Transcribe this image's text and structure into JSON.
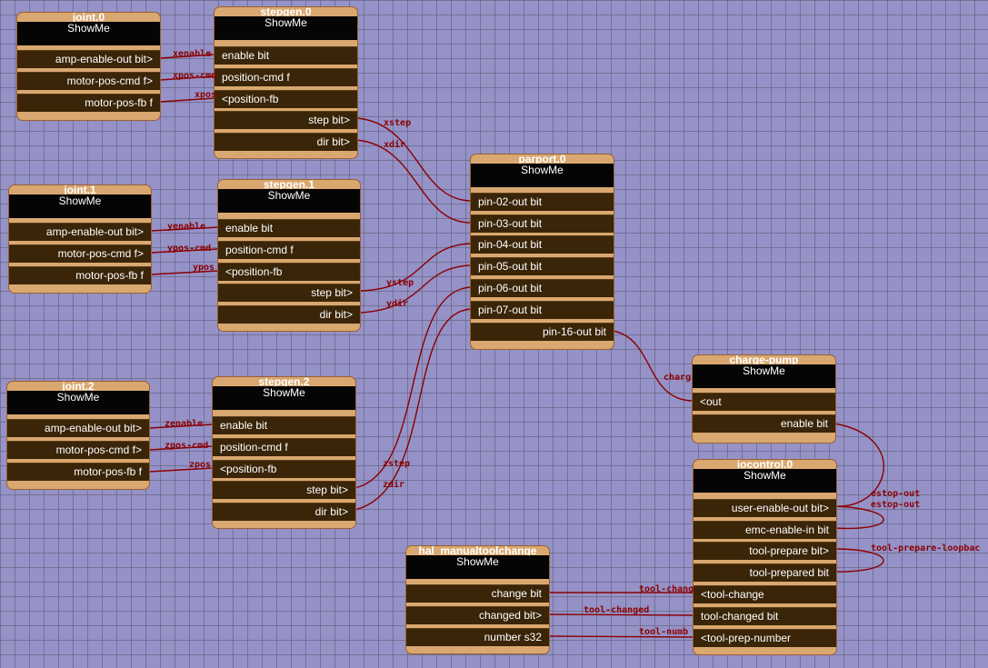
{
  "components": {
    "joint0": {
      "title": "joint.0",
      "showme": "ShowMe",
      "pins": [
        "amp-enable-out bit>",
        "motor-pos-cmd f>",
        "motor-pos-fb f"
      ]
    },
    "stepgen0": {
      "title": "stepgen.0",
      "showme": "ShowMe",
      "pins": [
        "enable bit",
        "position-cmd f",
        "<position-fb",
        "step bit>",
        "dir bit>"
      ]
    },
    "joint1": {
      "title": "joint.1",
      "showme": "ShowMe",
      "pins": [
        "amp-enable-out bit>",
        "motor-pos-cmd f>",
        "motor-pos-fb f"
      ]
    },
    "stepgen1": {
      "title": "stepgen.1",
      "showme": "ShowMe",
      "pins": [
        "enable bit",
        "position-cmd f",
        "<position-fb",
        "step bit>",
        "dir bit>"
      ]
    },
    "joint2": {
      "title": "joint.2",
      "showme": "ShowMe",
      "pins": [
        "amp-enable-out bit>",
        "motor-pos-cmd f>",
        "motor-pos-fb f"
      ]
    },
    "stepgen2": {
      "title": "stepgen.2",
      "showme": "ShowMe",
      "pins": [
        "enable bit",
        "position-cmd f",
        "<position-fb",
        "step bit>",
        "dir bit>"
      ]
    },
    "parport0": {
      "title": "parport.0",
      "showme": "ShowMe",
      "pins": [
        "pin-02-out bit",
        "pin-03-out bit",
        "pin-04-out bit",
        "pin-05-out bit",
        "pin-06-out bit",
        "pin-07-out bit",
        "pin-16-out bit"
      ]
    },
    "chargepump": {
      "title": "charge-pump",
      "showme": "ShowMe",
      "pins": [
        "<out",
        "enable bit"
      ]
    },
    "iocontrol0": {
      "title": "iocontrol.0",
      "showme": "ShowMe",
      "pins": [
        "user-enable-out bit>",
        "emc-enable-in bit",
        "tool-prepare bit>",
        "tool-prepared bit",
        "<tool-change",
        "tool-changed bit",
        "<tool-prep-number"
      ]
    },
    "toolchange": {
      "title": "hal_manualtoolchange",
      "showme": "ShowMe",
      "pins": [
        "change bit",
        "changed bit>",
        "number s32"
      ]
    }
  },
  "signals": {
    "xenable": "xenable",
    "xposcmd": "xpos-cmd",
    "xposfb": "xpos-",
    "yenable": "yenable",
    "yposcmd": "ypos-cmd",
    "yposfb": "ypos",
    "zenable": "zenable",
    "zposcmd": "zpos-cmd",
    "zposfb": "zpos",
    "xstep": "xstep",
    "xdir": "xdir",
    "ystep": "ystep",
    "ydir": "ydir",
    "zstep": "zstep",
    "zdir": "zdir",
    "charge": "charg",
    "estop1": "estop-out",
    "estop2": "estop-out",
    "toolprep": "tool-prepare-loopbac",
    "toolchange": "tool-chang",
    "toolchanged": "tool-changed",
    "toolnumber": "tool-numb"
  },
  "colors": {
    "wire": "#8b0000",
    "background": "#9592c8",
    "component": "#d9a870",
    "pin_row": "#3a2508",
    "header": "#050505"
  }
}
